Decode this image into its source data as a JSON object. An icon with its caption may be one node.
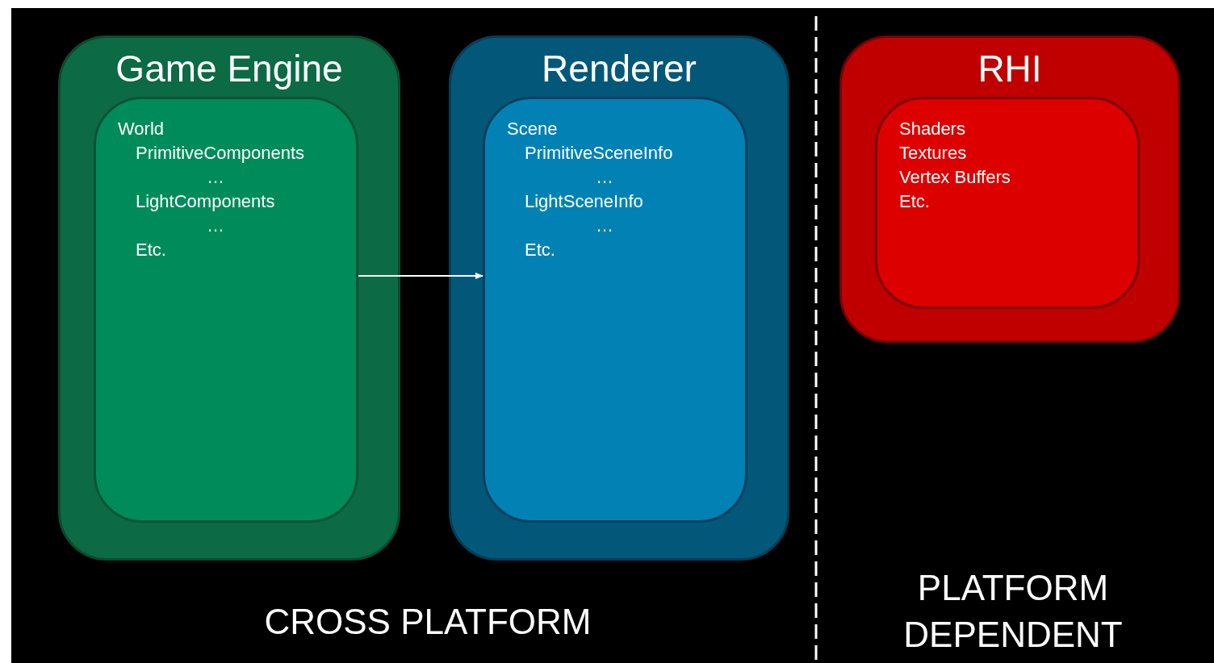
{
  "diagram": {
    "nodes": [
      {
        "text": [
          "Game Engine"
        ]
      },
      {
        "text": [
          "World",
          "PrimitiveComponents",
          "…",
          "LightComponents",
          "…",
          "Etc."
        ],
        "in": 0
      },
      {
        "text": [
          "Renderer"
        ]
      },
      {
        "text": [
          "Scene",
          "PrimitiveSceneInfo",
          "…",
          "LightSceneInfo",
          "…",
          "Etc."
        ],
        "in": 2
      },
      {
        "text": [
          "RHI"
        ]
      },
      {
        "text": [
          "Shaders",
          "Textures",
          "Vertex Buffers",
          "Etc."
        ],
        "in": 4
      }
    ],
    "edges": [
      {
        "from": 1,
        "to": 3,
        "arrow": "to"
      }
    ],
    "labels": [
      "CROSS PLATFORM",
      "PLATFORM DEPENDENT"
    ]
  }
}
